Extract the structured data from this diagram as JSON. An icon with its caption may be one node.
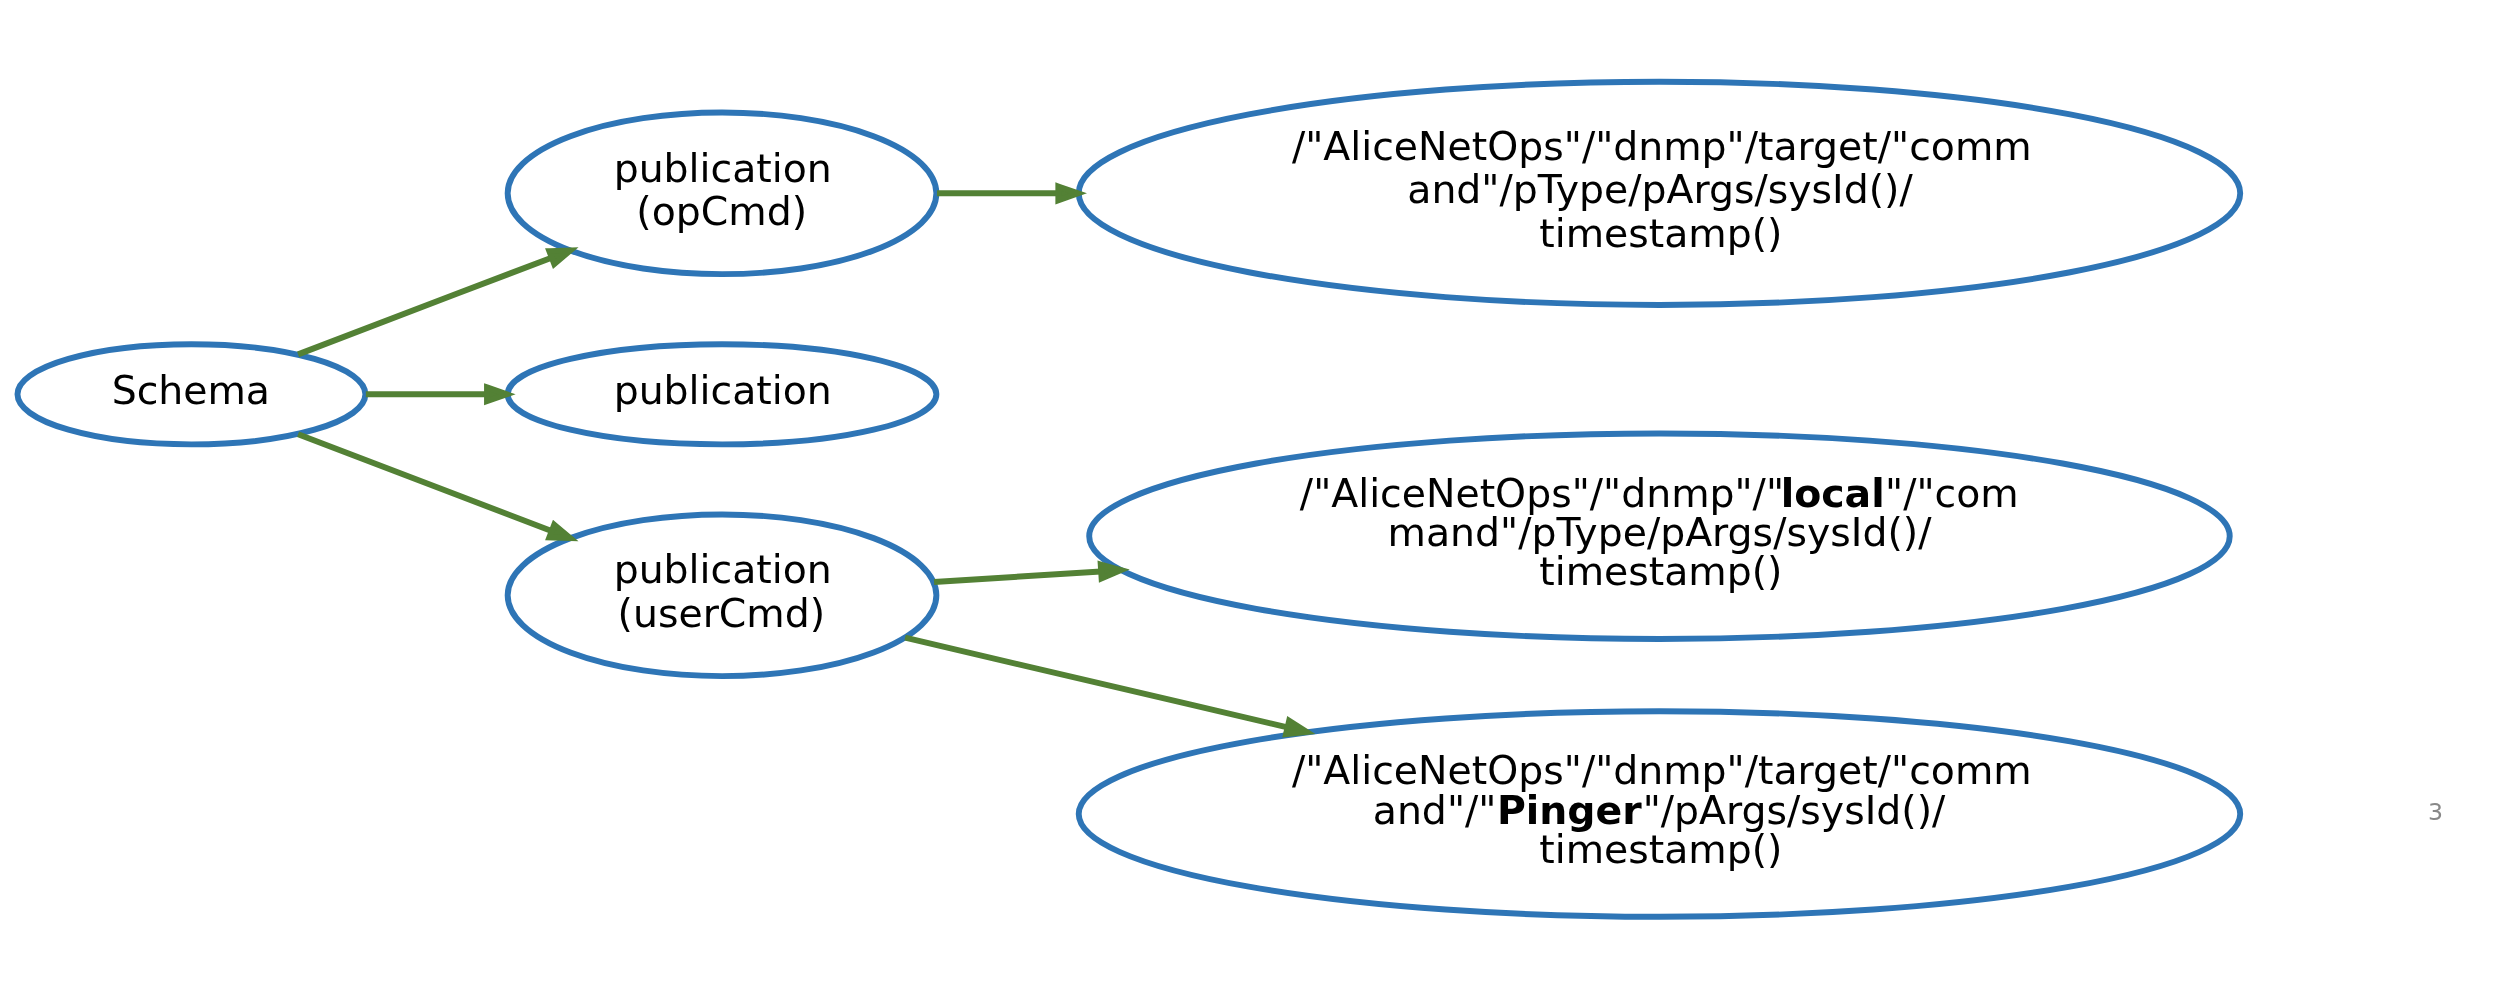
{
  "diagram": {
    "nodes": [
      {
        "text": [
          "Schema"
        ]
      },
      {
        "text": [
          "publication (opCmd)"
        ]
      },
      {
        "text": [
          "/\"AliceNetOps\"/\"dnmp\"/target/\"comm and\"/pType/pArgs/sysId()/ timestamp()"
        ]
      },
      {
        "text": [
          "publication"
        ]
      },
      {
        "text": [
          "publication (userCmd)"
        ]
      },
      {
        "text": [
          "/\"AliceNetOps\"/\"dnmp\"/\"**local**\"/\"com mand\"/pType/pArgs/sysId()/ timestamp()"
        ]
      },
      {
        "text": [
          "/\"AliceNetOps\"/\"dnmp\"/target/\"comm and\"/\"**Pinger**\"/pArgs/sysId()/ timestamp()"
        ]
      }
    ],
    "edges": [
      {
        "from": 0,
        "to": 1,
        "arrow": "to"
      },
      {
        "from": 1,
        "to": 2,
        "arrow": "to"
      },
      {
        "from": 0,
        "to": 3,
        "arrow": "to"
      },
      {
        "from": 0,
        "to": 4,
        "arrow": "to"
      },
      {
        "from": 4,
        "to": 5,
        "arrow": "to"
      },
      {
        "from": 4,
        "to": 6,
        "arrow": "to"
      }
    ],
    "labels": [
      "3"
    ]
  }
}
